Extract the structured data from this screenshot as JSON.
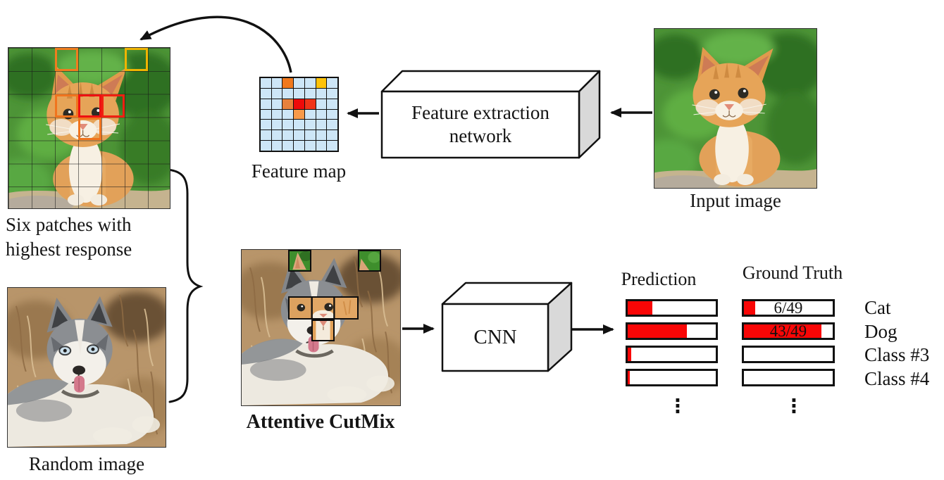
{
  "labels": {
    "six_patches_line1": "Six patches with",
    "six_patches_line2": "highest response",
    "random_image": "Random image",
    "feature_map": "Feature map",
    "feature_extraction_line1": "Feature extraction",
    "feature_extraction_line2": "network",
    "input_image": "Input image",
    "attentive_cutmix": "Attentive CutMix",
    "cnn": "CNN",
    "prediction": "Prediction",
    "ground_truth": "Ground Truth",
    "ellipsis": "⋮"
  },
  "feature_map": {
    "rows": 7,
    "cols": 7,
    "cell_color": "#CDE6F7",
    "highlight_cells": [
      {
        "row": 0,
        "col": 2,
        "color": "#F0791E"
      },
      {
        "row": 0,
        "col": 5,
        "color": "#FFC30A"
      },
      {
        "row": 2,
        "col": 2,
        "color": "#E8813C"
      },
      {
        "row": 2,
        "col": 3,
        "color": "#EE0A0A"
      },
      {
        "row": 2,
        "col": 4,
        "color": "#F03418"
      },
      {
        "row": 3,
        "col": 3,
        "color": "#F79A4A"
      }
    ]
  },
  "six_patches": {
    "rows": 7,
    "cols": 7,
    "boxes": [
      {
        "row": 0,
        "col": 2,
        "color": "#F07D1E"
      },
      {
        "row": 0,
        "col": 5,
        "color": "#EFB400"
      },
      {
        "row": 2,
        "col": 2,
        "color": "#F0741E"
      },
      {
        "row": 2,
        "col": 3,
        "color": "#EE1111"
      },
      {
        "row": 2,
        "col": 4,
        "color": "#F02011"
      },
      {
        "row": 3,
        "col": 3,
        "color": "#F0741E"
      }
    ]
  },
  "output": {
    "classes": [
      "Cat",
      "Dog",
      "Class #3",
      "Class #4"
    ],
    "prediction_bars": [
      28,
      67,
      4,
      2
    ],
    "ground_truth_bars": [
      {
        "fill": 13,
        "label": "6/49"
      },
      {
        "fill": 87,
        "label": "43/49"
      },
      {
        "fill": 0,
        "label": ""
      },
      {
        "fill": 0,
        "label": ""
      }
    ],
    "bar_fill_color": "#F90606",
    "bar_border_color": "#111111"
  },
  "colors": {
    "box_side_gray": "#D9D9D9",
    "arrow_black": "#111111"
  }
}
